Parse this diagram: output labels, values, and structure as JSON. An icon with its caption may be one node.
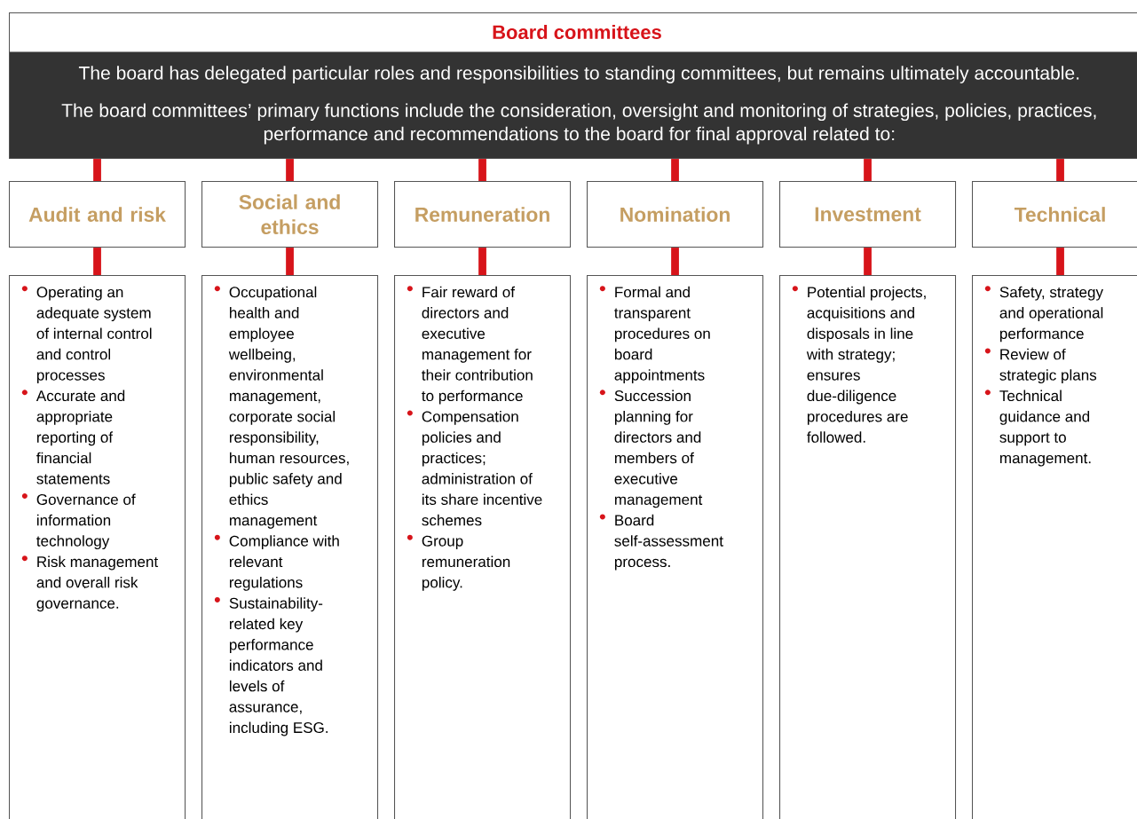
{
  "diagram": {
    "nodes": [
      {
        "text": [
          "Board committees",
          "The board has delegated particular roles and responsibilities to standing committees, but remains ultimately accountable.",
          "The board committees’ primary functions include the consideration, oversight and monitoring of strategies, policies, practices, performance and recommendations to the board for final approval related to:"
        ]
      },
      {
        "text": [
          "Audit and risk"
        ]
      },
      {
        "text": [
          "Social and ethics"
        ]
      },
      {
        "text": [
          "Remuneration"
        ]
      },
      {
        "text": [
          "Nomination"
        ]
      },
      {
        "text": [
          "Investment"
        ]
      },
      {
        "text": [
          "Technical"
        ]
      },
      {
        "text": [
          "Operating an adequate system of internal control and control processes",
          "Accurate and appropriate reporting of financial statements",
          "Governance of information technology",
          "Risk management and overall risk governance."
        ]
      },
      {
        "text": [
          "Occupational health and employee wellbeing, environmental management, corporate social responsibility, human resources, public safety and ethics management",
          "Compliance with relevant regulations",
          "Sustainability-related key performance indicators and levels of assurance, including ESG."
        ]
      },
      {
        "text": [
          "Fair reward of directors and executive management for their contribution to performance",
          "Compensation policies and practices; administration of its share incentive schemes",
          "Group remuneration policy."
        ]
      },
      {
        "text": [
          "Formal and transparent procedures on board appointments",
          "Succession planning for directors and members of executive management",
          "Board self-assessment process."
        ]
      },
      {
        "text": [
          "Potential projects, acquisitions and disposals in line with strategy; ensures due-diligence procedures are followed."
        ]
      },
      {
        "text": [
          "Safety, strategy and operational performance",
          "Review of strategic plans",
          "Technical guidance and support to management."
        ]
      }
    ],
    "edges": [
      {
        "from": 0,
        "to": 1,
        "arrow": "none"
      },
      {
        "from": 0,
        "to": 2,
        "arrow": "none"
      },
      {
        "from": 0,
        "to": 3,
        "arrow": "none"
      },
      {
        "from": 0,
        "to": 4,
        "arrow": "none"
      },
      {
        "from": 0,
        "to": 5,
        "arrow": "none"
      },
      {
        "from": 0,
        "to": 6,
        "arrow": "none"
      },
      {
        "from": 1,
        "to": 7,
        "arrow": "none"
      },
      {
        "from": 2,
        "to": 8,
        "arrow": "none"
      },
      {
        "from": 3,
        "to": 9,
        "arrow": "none"
      },
      {
        "from": 4,
        "to": 10,
        "arrow": "none"
      },
      {
        "from": 5,
        "to": 11,
        "arrow": "none"
      },
      {
        "from": 6,
        "to": 12,
        "arrow": "none"
      }
    ]
  }
}
